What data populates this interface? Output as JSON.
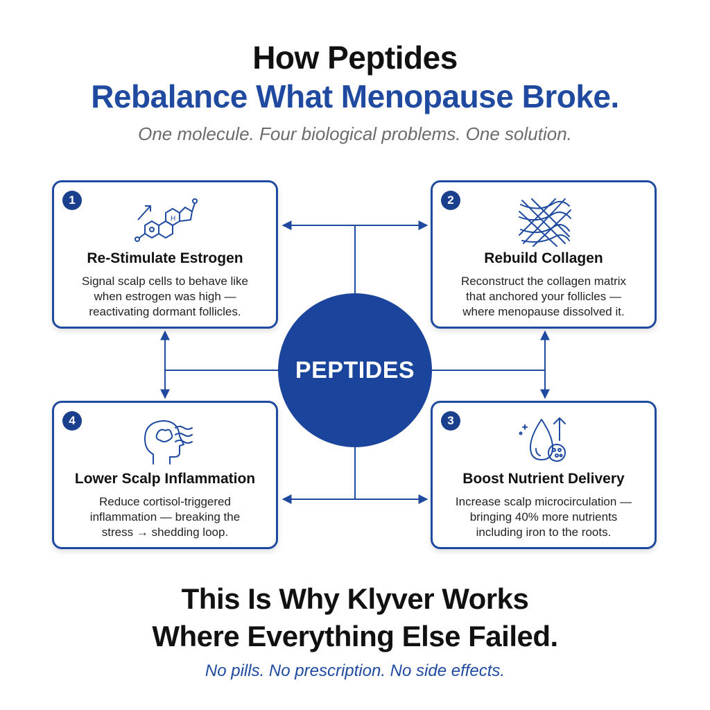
{
  "header": {
    "title_line1": "How Peptides",
    "title_line2": "Rebalance What Menopause Broke.",
    "subtitle": "One molecule. Four biological problems. One solution."
  },
  "hub": {
    "label": "PEPTIDES"
  },
  "cards": [
    {
      "number": "1",
      "icon": "estrogen-molecule-icon",
      "title": "Re-Stimulate Estrogen",
      "desc_lines": [
        "Signal scalp cells to behave like",
        "when estrogen was high —",
        "reactivating dormant follicles."
      ]
    },
    {
      "number": "2",
      "icon": "collagen-mesh-icon",
      "title": "Rebuild Collagen",
      "desc_lines": [
        "Reconstruct the collagen matrix",
        "that anchored your follicles —",
        "where menopause dissolved it."
      ]
    },
    {
      "number": "3",
      "icon": "nutrient-drop-icon",
      "title": "Boost Nutrient Delivery",
      "desc_lines": [
        "Increase scalp microcirculation —",
        "bringing 40% more nutrients",
        "including iron to the roots."
      ]
    },
    {
      "number": "4",
      "icon": "head-inflammation-icon",
      "title": "Lower Scalp Inflammation",
      "desc_lines": [
        "Reduce cortisol-triggered",
        "inflammation — breaking the",
        "stress → shedding loop."
      ]
    }
  ],
  "footer": {
    "line1": "This Is Why Klyver Works",
    "line2": "Where Everything Else Failed.",
    "tagline": "No pills. No prescription. No side effects."
  },
  "colors": {
    "brand_blue": "#1f4aa0",
    "hub_blue": "#1b449c",
    "text_dark": "#111111",
    "subtitle_gray": "#6b6b6b"
  }
}
